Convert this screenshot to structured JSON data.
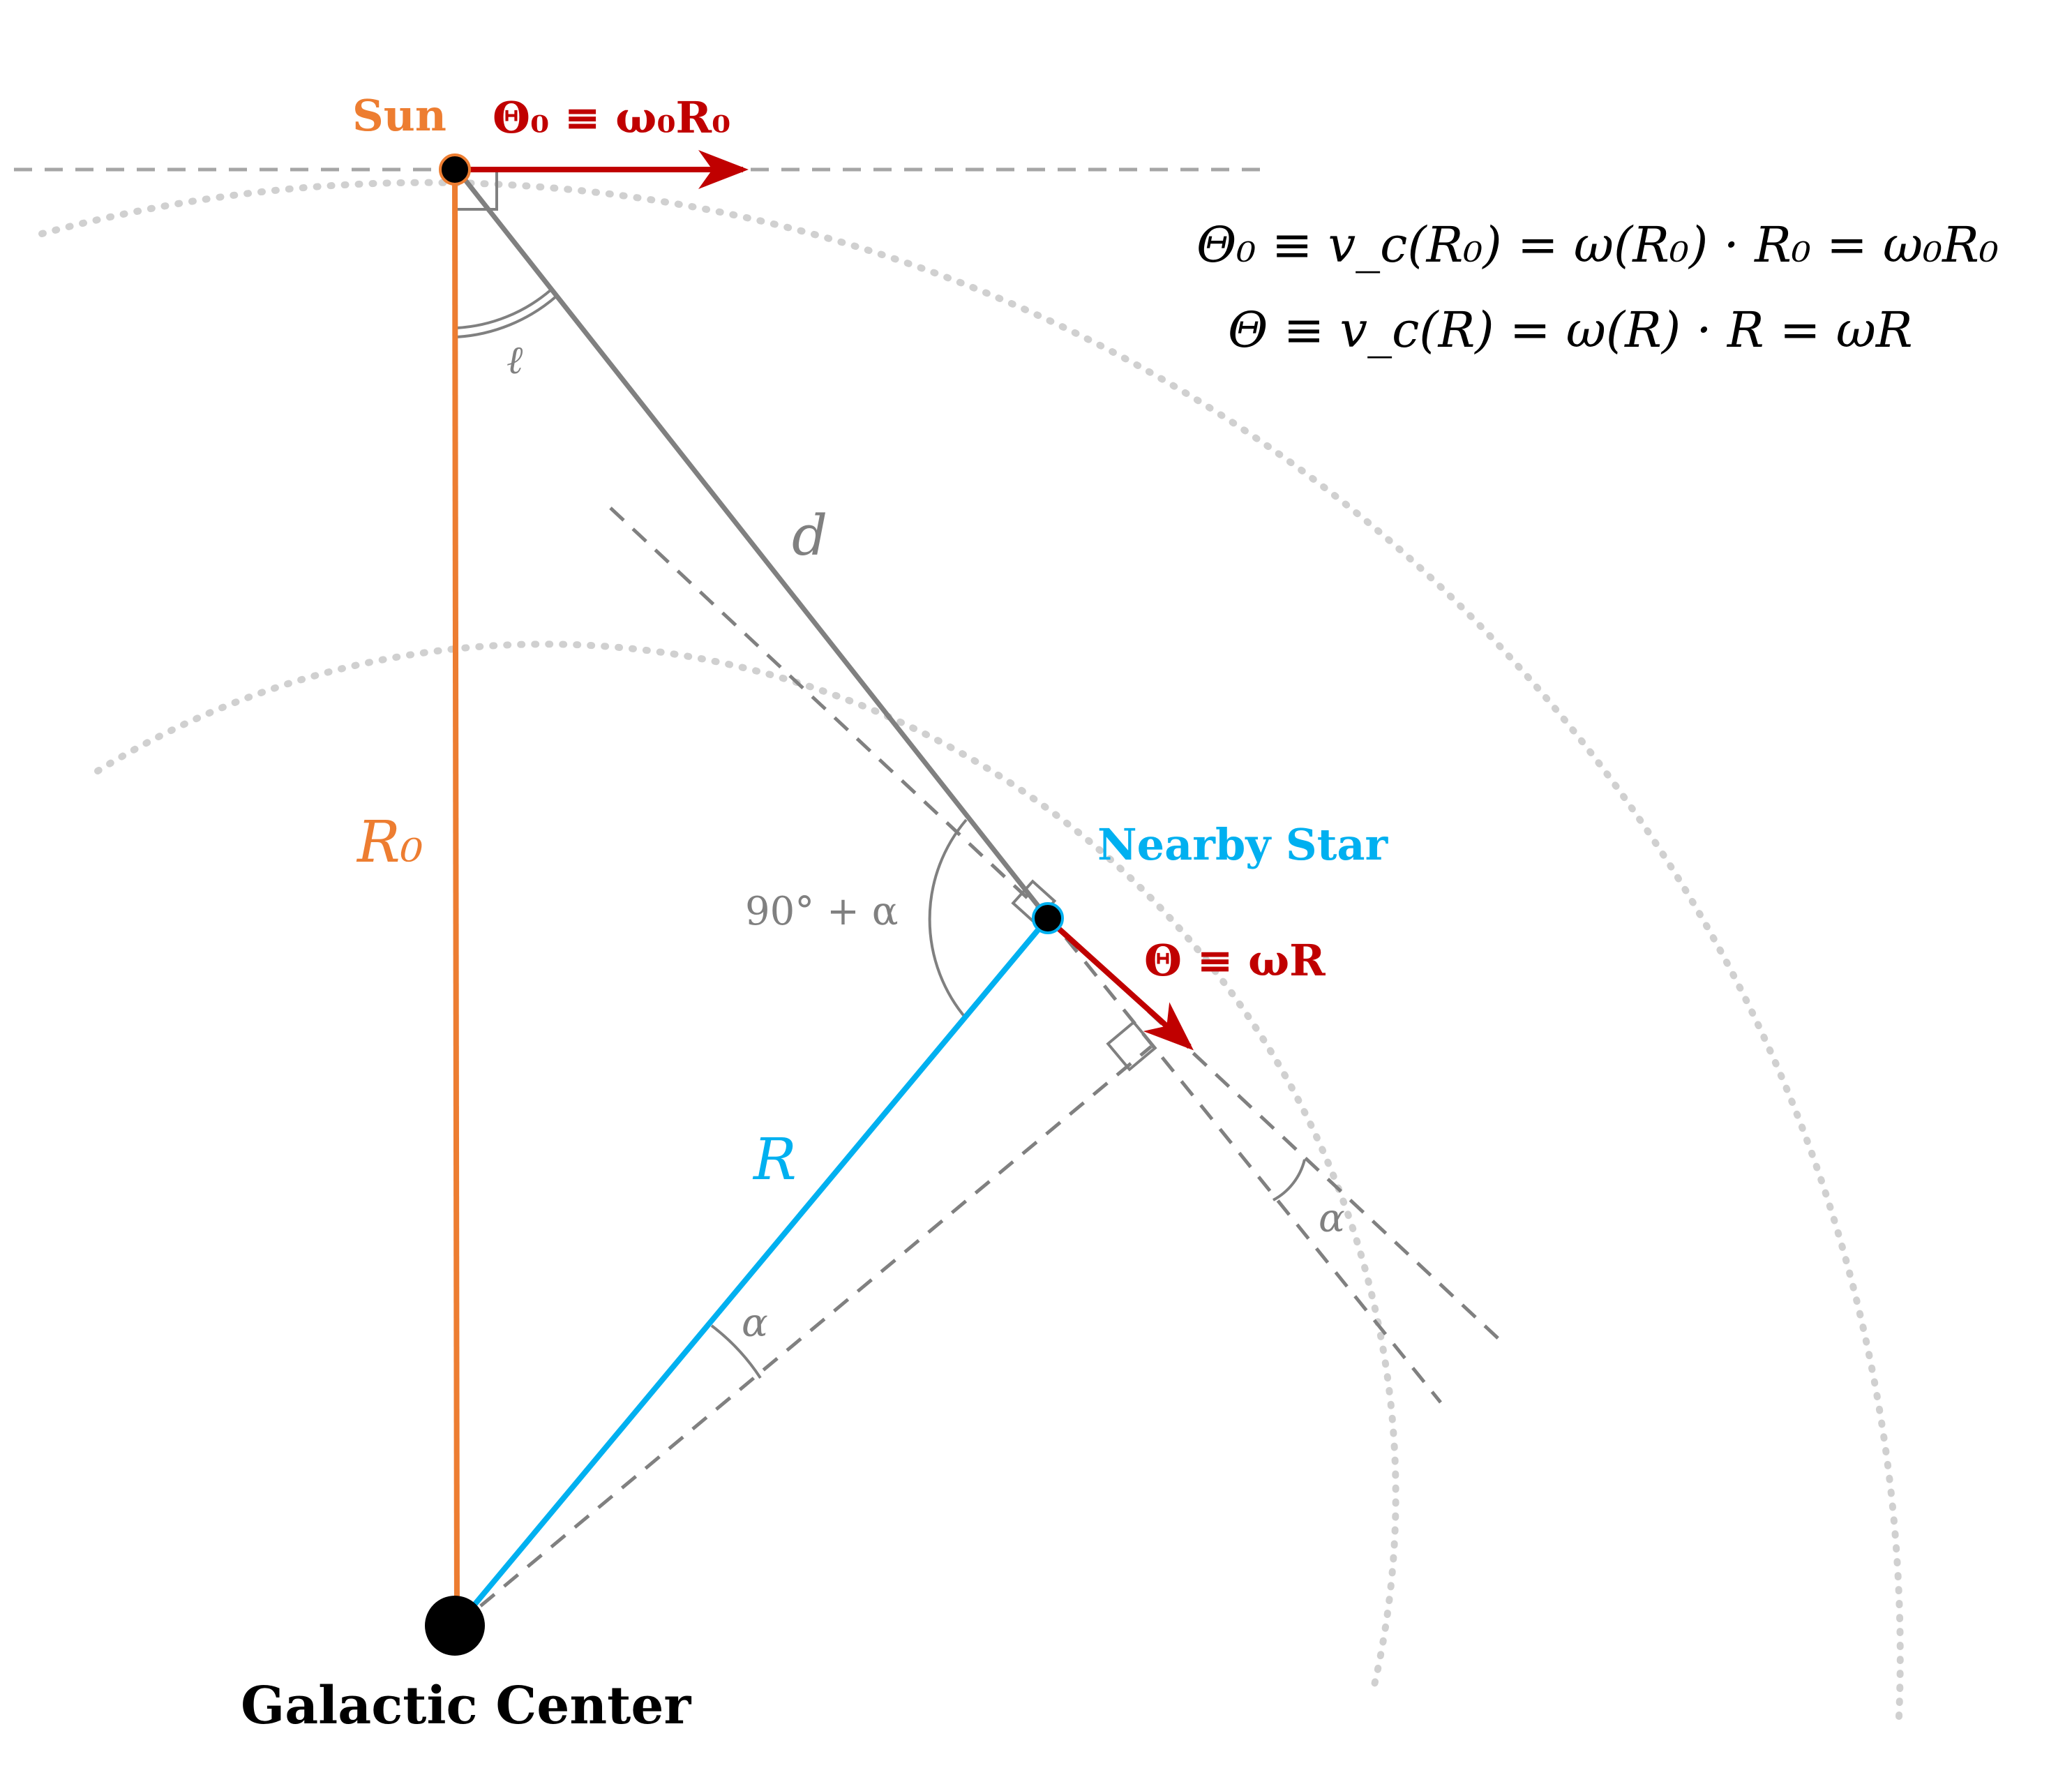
{
  "labels": {
    "sun": "Sun",
    "galactic_center": "Galactic Center",
    "nearby_star": "Nearby Star",
    "sun_velocity": "Θ₀ ≡ ω₀R₀",
    "star_velocity": "Θ ≡ ωR",
    "distance": "d",
    "sun_radius": "R₀",
    "star_radius": "R",
    "longitude_angle": "ℓ",
    "obtuse_angle": "90° + α",
    "alpha_upper": "α",
    "alpha_lower": "α"
  },
  "equations": {
    "line1": "Θ₀ ≡ v_c(R₀) = ω(R₀) · R₀ = ω₀R₀",
    "line2": "Θ ≡ v_c(R) = ω(R) · R = ωR"
  },
  "colors": {
    "sun": "#ED7D31",
    "star": "#00B0F0",
    "velocity": "#C00000",
    "gray_line": "#808080",
    "guide": "#A6A6A6",
    "orbit": "#D0D0D0",
    "text": "#000000"
  }
}
